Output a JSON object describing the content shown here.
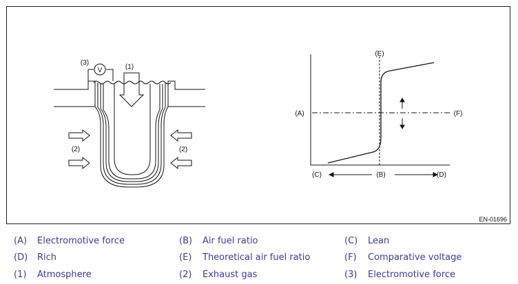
{
  "figure": {
    "id": "EN-01696",
    "sensor_labels": {
      "voltmeter": "V",
      "callout_3": "(3)",
      "callout_1": "(1)",
      "callout_2_left": "(2)",
      "callout_2_right": "(2)"
    },
    "graph_labels": {
      "A": "(A)",
      "B": "(B)",
      "C": "(C)",
      "D": "(D)",
      "E": "(E)",
      "F": "(F)"
    }
  },
  "legend": [
    [
      {
        "code": "(A)",
        "text": "Electromotive force"
      },
      {
        "code": "(B)",
        "text": "Air fuel ratio"
      },
      {
        "code": "(C)",
        "text": "Lean"
      }
    ],
    [
      {
        "code": "(D)",
        "text": "Rich"
      },
      {
        "code": "(E)",
        "text": "Theoretical air fuel ratio"
      },
      {
        "code": "(F)",
        "text": "Comparative voltage"
      }
    ],
    [
      {
        "code": "(1)",
        "text": "Atmosphere"
      },
      {
        "code": "(2)",
        "text": "Exhaust gas"
      },
      {
        "code": "(3)",
        "text": "Electromotive force"
      }
    ]
  ],
  "colors": {
    "legend_text": "#3a3aa0",
    "line": "#111111"
  }
}
